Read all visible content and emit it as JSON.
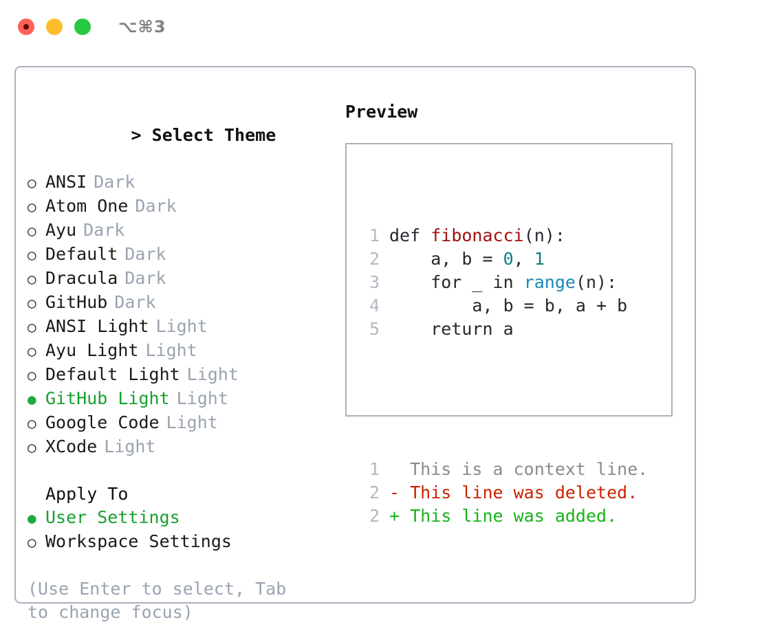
{
  "titlebar": {
    "shortcut": "⌥⌘3",
    "buttons": [
      {
        "name": "close",
        "color": "#ff6159"
      },
      {
        "name": "minimize",
        "color": "#ffbd2e"
      },
      {
        "name": "maximize",
        "color": "#27c93f"
      }
    ]
  },
  "theme_section": {
    "caret": ">",
    "title": "Select Theme",
    "items": [
      {
        "bullet": "○",
        "label": "ANSI",
        "tag": "Dark",
        "selected": false
      },
      {
        "bullet": "○",
        "label": "Atom One",
        "tag": "Dark",
        "selected": false
      },
      {
        "bullet": "○",
        "label": "Ayu",
        "tag": "Dark",
        "selected": false
      },
      {
        "bullet": "○",
        "label": "Default",
        "tag": "Dark",
        "selected": false
      },
      {
        "bullet": "○",
        "label": "Dracula",
        "tag": "Dark",
        "selected": false
      },
      {
        "bullet": "○",
        "label": "GitHub",
        "tag": "Dark",
        "selected": false
      },
      {
        "bullet": "○",
        "label": "ANSI Light",
        "tag": "Light",
        "selected": false
      },
      {
        "bullet": "○",
        "label": "Ayu Light",
        "tag": "Light",
        "selected": false
      },
      {
        "bullet": "○",
        "label": "Default Light",
        "tag": "Light",
        "selected": false
      },
      {
        "bullet": "●",
        "label": "GitHub Light",
        "tag": "Light",
        "selected": true
      },
      {
        "bullet": "○",
        "label": "Google Code",
        "tag": "Light",
        "selected": false
      },
      {
        "bullet": "○",
        "label": "XCode",
        "tag": "Light",
        "selected": false
      }
    ]
  },
  "apply_section": {
    "title": "Apply To",
    "items": [
      {
        "bullet": "●",
        "label": "User Settings",
        "selected": true
      },
      {
        "bullet": "○",
        "label": "Workspace Settings",
        "selected": false
      }
    ]
  },
  "hint": "(Use Enter to select, Tab to change focus)",
  "preview": {
    "title": "Preview",
    "code_lines": [
      {
        "num": "1",
        "tokens": [
          {
            "t": "def ",
            "c": "plain"
          },
          {
            "t": "fibonacci",
            "c": "fn"
          },
          {
            "t": "(n):",
            "c": "plain"
          }
        ]
      },
      {
        "num": "2",
        "tokens": [
          {
            "t": "    a, b = ",
            "c": "plain"
          },
          {
            "t": "0",
            "c": "num"
          },
          {
            "t": ", ",
            "c": "plain"
          },
          {
            "t": "1",
            "c": "num"
          }
        ]
      },
      {
        "num": "3",
        "tokens": [
          {
            "t": "    for _ in ",
            "c": "plain"
          },
          {
            "t": "range",
            "c": "bi"
          },
          {
            "t": "(n):",
            "c": "plain"
          }
        ]
      },
      {
        "num": "4",
        "tokens": [
          {
            "t": "        a, b = b, a + b",
            "c": "plain"
          }
        ]
      },
      {
        "num": "5",
        "tokens": [
          {
            "t": "    return a",
            "c": "plain"
          }
        ]
      }
    ],
    "diff_lines": [
      {
        "num": "1",
        "marker": " ",
        "text": " This is a context line.",
        "kind": "context"
      },
      {
        "num": "2",
        "marker": "-",
        "text": " This line was deleted.",
        "kind": "deleted"
      },
      {
        "num": "2",
        "marker": "+",
        "text": " This line was added.",
        "kind": "added"
      }
    ]
  },
  "colors": {
    "accent_green": "#17a02f",
    "muted": "#9aa3b1",
    "border": "#aab2bd",
    "fn_red": "#a11010",
    "number_teal": "#0e7f7f",
    "builtin_blue": "#1a87b8",
    "diff_deleted": "#cc2200",
    "diff_added": "#16b317",
    "diff_context": "#8b8b8b"
  }
}
